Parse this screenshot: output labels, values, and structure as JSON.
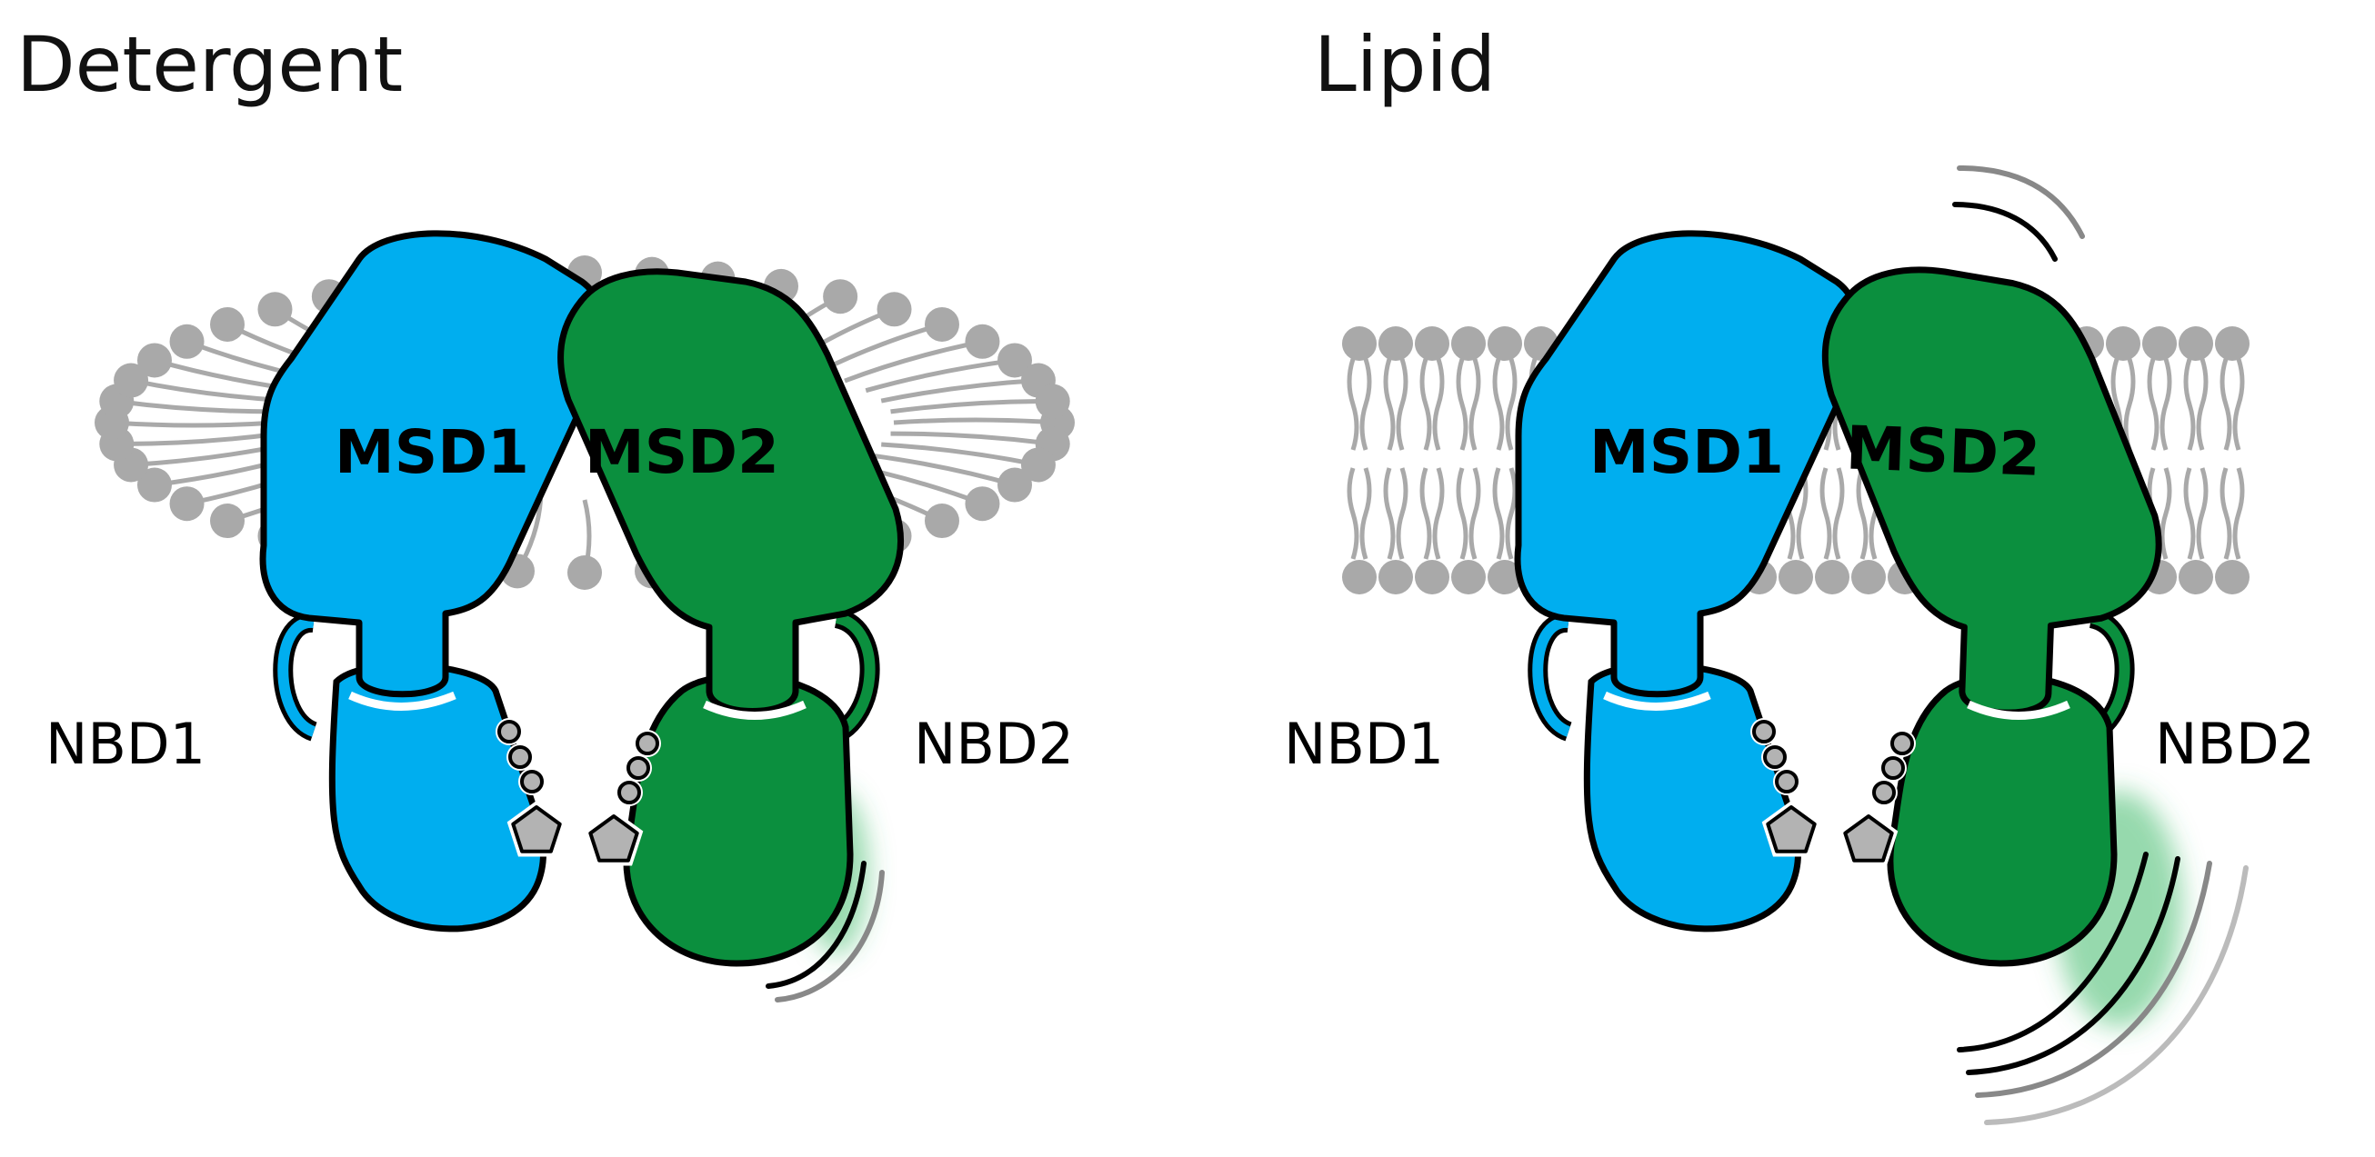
{
  "panels": [
    {
      "title": "Detergent",
      "domains": {
        "msd1": "MSD1",
        "msd2": "MSD2",
        "nbd1": "NBD1",
        "nbd2": "NBD2"
      }
    },
    {
      "title": "Lipid",
      "domains": {
        "msd1": "MSD1",
        "msd2": "MSD2",
        "nbd1": "NBD1",
        "nbd2": "NBD2"
      }
    }
  ],
  "colors": {
    "msd1": "#00aeef",
    "msd2": "#0b8f3e",
    "lipid": "#a9a9a9",
    "nucleotide": "#b3b3b3",
    "outline": "#000000",
    "motion_glow": "#3fb96a"
  }
}
